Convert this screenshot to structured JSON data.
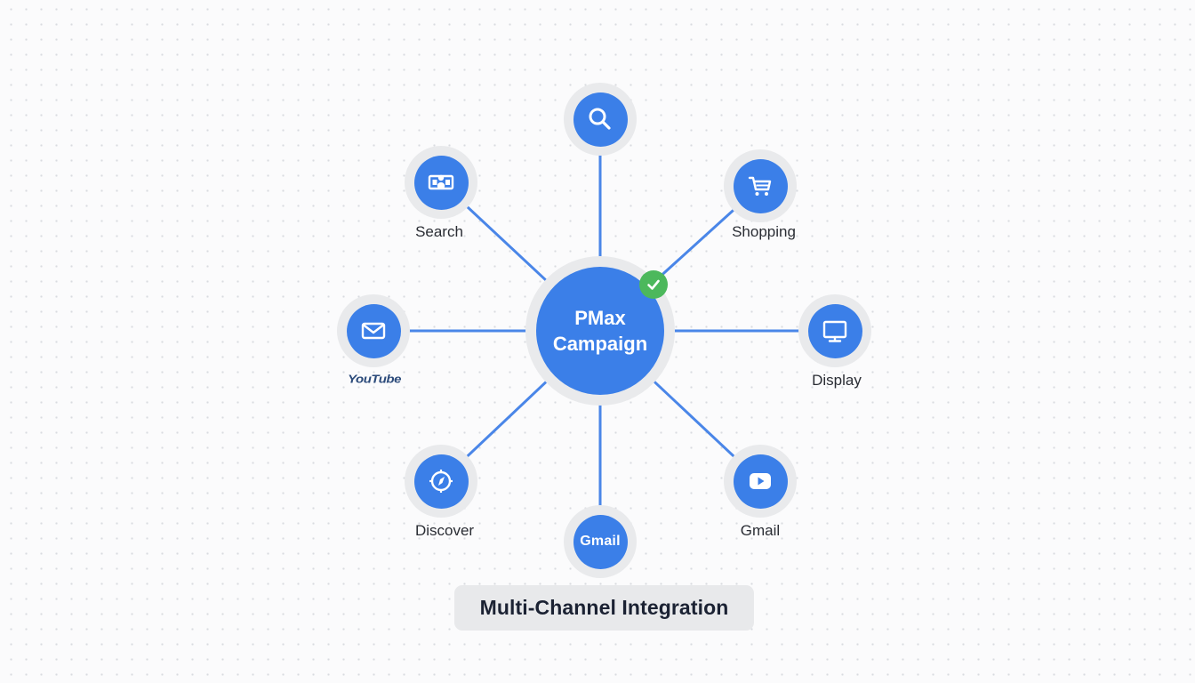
{
  "hub": {
    "line1": "PMax",
    "line2": "Campaign",
    "status_icon": "check-circle-icon"
  },
  "channels": [
    {
      "id": "top",
      "icon": "search-icon",
      "label": null
    },
    {
      "id": "top-left",
      "icon": "id-card-icon",
      "label": "Search"
    },
    {
      "id": "top-right",
      "icon": "shopping-cart-icon",
      "label": "Shopping"
    },
    {
      "id": "left",
      "icon": "mail-icon",
      "label": "YouTube"
    },
    {
      "id": "right",
      "icon": "monitor-icon",
      "label": "Display"
    },
    {
      "id": "bottom-left",
      "icon": "compass-icon",
      "label": "Discover"
    },
    {
      "id": "bottom",
      "icon": null,
      "inner_text": "Gmail",
      "label": null
    },
    {
      "id": "bottom-right",
      "icon": "play-button-icon",
      "label": "Gmail"
    }
  ],
  "caption": "Multi-Channel Integration",
  "colors": {
    "accent": "#3b7fe8",
    "ring": "#e9eaec",
    "connector": "#4a86e8",
    "check": "#4cb85c",
    "caption_bg": "#e8e9eb",
    "caption_text": "#1b2233"
  }
}
